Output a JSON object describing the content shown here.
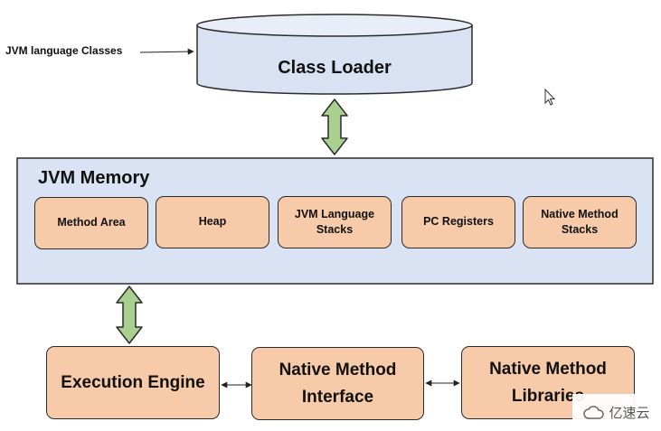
{
  "input_label": "JVM language Classes",
  "class_loader": {
    "label": "Class Loader"
  },
  "jvm_memory": {
    "title": "JVM Memory",
    "areas": [
      {
        "label": "Method Area"
      },
      {
        "label": "Heap"
      },
      {
        "label": "JVM Language Stacks"
      },
      {
        "label": "PC Registers"
      },
      {
        "label": "Native Method Stacks"
      }
    ]
  },
  "bottom": {
    "execution_engine": "Execution Engine",
    "native_interface": "Native Method Interface",
    "native_libraries": "Native Method Libraries"
  },
  "watermark": {
    "text": "亿速云",
    "icon": "cloud-icon"
  },
  "colors": {
    "cylinder_fill": "#d9e2f2",
    "memory_fill": "#dae3f3",
    "box_fill": "#f7cbaa",
    "arrow_fill": "#a9d08e"
  }
}
